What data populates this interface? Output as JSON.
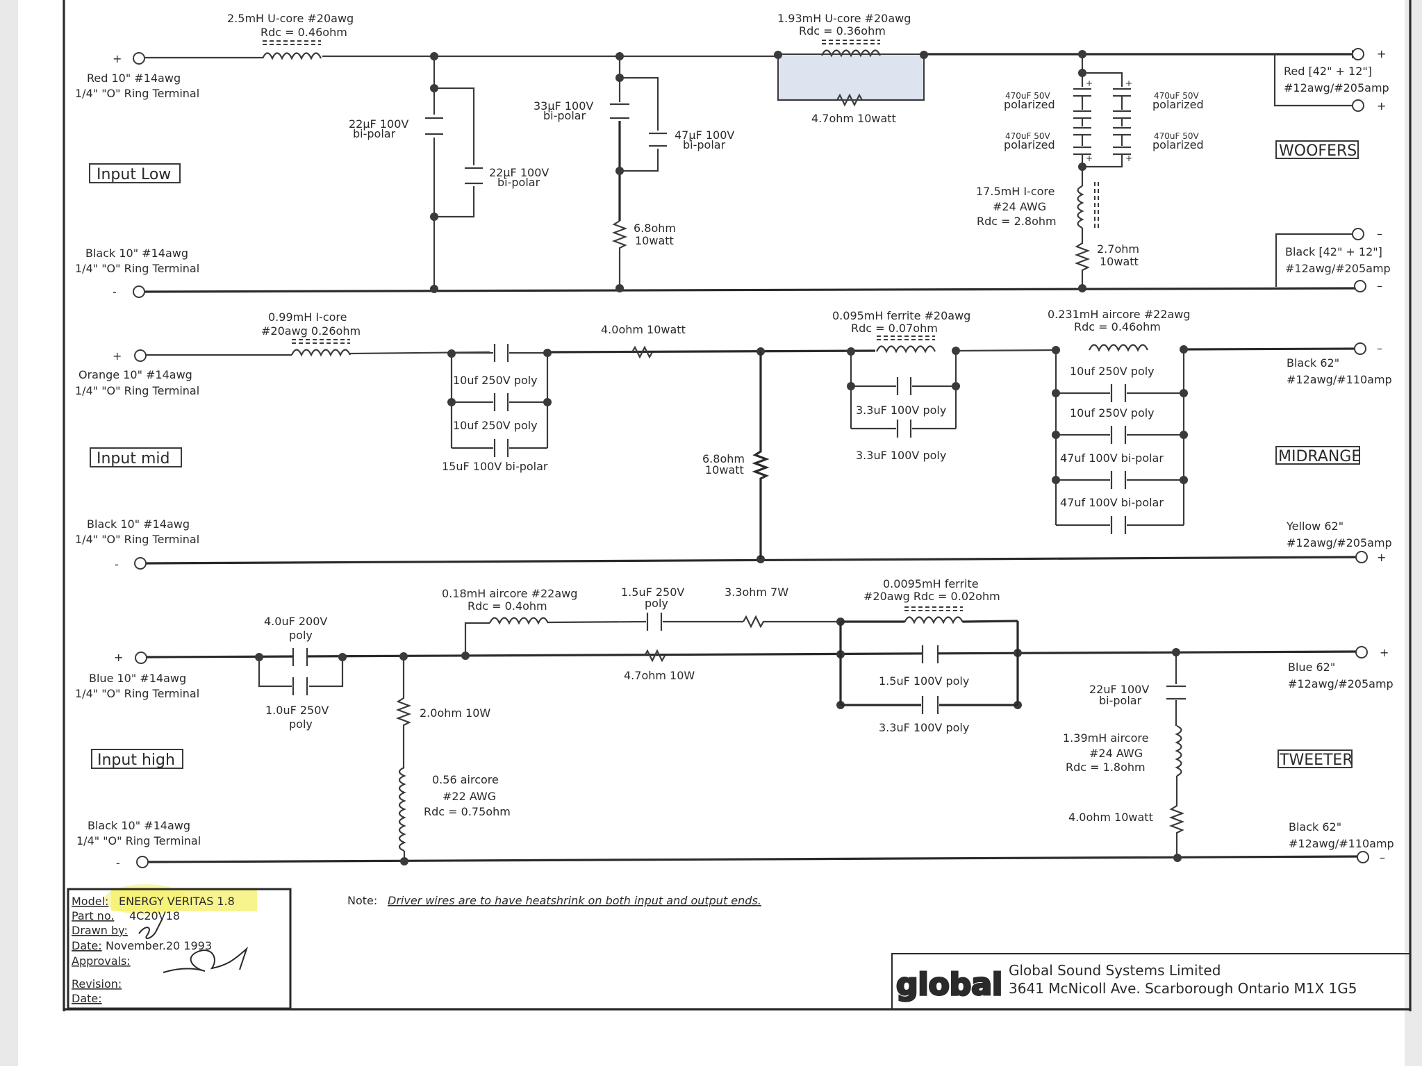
{
  "woofer": {
    "section_label": "Input Low",
    "in_pos": {
      "sign": "+",
      "wire": "Red 10\" #14awg",
      "term": "1/4\" \"O\" Ring Terminal"
    },
    "in_neg": {
      "sign": "-",
      "wire": "Black 10\" #14awg",
      "term": "1/4\" \"O\" Ring Terminal"
    },
    "l1": {
      "l1": "2.5mH U-core #20awg",
      "l2": "Rdc = 0.46ohm"
    },
    "c1": {
      "l1": "22µF 100V",
      "l2": "bi-polar"
    },
    "c2": {
      "l1": "22µF 100V",
      "l2": "bi-polar"
    },
    "c3": {
      "l1": "33µF 100V",
      "l2": "bi-polar"
    },
    "c4": {
      "l1": "47µF 100V",
      "l2": "bi-polar"
    },
    "r1": {
      "l1": "6.8ohm",
      "l2": "10watt"
    },
    "l2": {
      "l1": "1.93mH U-core #20awg",
      "l2": "Rdc = 0.36ohm"
    },
    "r2": "4.7ohm 10watt",
    "cap_bank": {
      "a1": "470uF 50V",
      "a2": "polarized"
    },
    "l3": {
      "l1": "17.5mH I-core",
      "l2": "#24 AWG",
      "l3": "Rdc = 2.8ohm"
    },
    "r3": {
      "l1": "2.7ohm",
      "l2": "10watt"
    },
    "out_pos": {
      "sign": "+",
      "l1": "Red [42\" + 12\"]",
      "l2": "#12awg/#205amp"
    },
    "out_neg": {
      "sign": "-",
      "l1": "Black [42\" + 12\"]",
      "l2": "#12awg/#205amp"
    },
    "driver": "WOOFERS"
  },
  "mid": {
    "section_label": "Input mid",
    "in_pos": {
      "sign": "+",
      "wire": "Orange 10\" #14awg",
      "term": "1/4\" \"O\" Ring Terminal"
    },
    "in_neg": {
      "sign": "-",
      "wire": "Black 10\" #14awg",
      "term": "1/4\" \"O\" Ring Terminal"
    },
    "l1": {
      "l1": "0.99mH I-core",
      "l2": "#20awg 0.26ohm"
    },
    "c1": "10uf 250V poly",
    "c2": "10uf 250V poly",
    "c3": "15uF 100V bi-polar",
    "r1": "4.0ohm 10watt",
    "r2": {
      "l1": "6.8ohm",
      "l2": "10watt"
    },
    "l2": {
      "l1": "0.095mH ferrite #20awg",
      "l2": "Rdc = 0.07ohm"
    },
    "c4": "3.3uF 100V poly",
    "c5": "3.3uF 100V poly",
    "l3": {
      "l1": "0.231mH aircore #22awg",
      "l2": "Rdc = 0.46ohm"
    },
    "c6": "10uf 250V poly",
    "c7": "10uf 250V poly",
    "c8": "47uf 100V bi-polar",
    "c9": "47uf 100V bi-polar",
    "out_neg": {
      "sign": "-",
      "l1": "Black 62\"",
      "l2": "#12awg/#110amp"
    },
    "out_pos": {
      "sign": "+",
      "l1": "Yellow 62\"",
      "l2": "#12awg/#205amp"
    },
    "driver": "MIDRANGE"
  },
  "tweeter": {
    "section_label": "Input high",
    "in_pos": {
      "sign": "+",
      "wire": "Blue 10\" #14awg",
      "term": "1/4\" \"O\" Ring Terminal"
    },
    "in_neg": {
      "sign": "-",
      "wire": "Black 10\" #14awg",
      "term": "1/4\" \"O\" Ring Terminal"
    },
    "c1": {
      "l1": "4.0uF 200V",
      "l2": "poly"
    },
    "c2": {
      "l1": "1.0uF 250V",
      "l2": "poly"
    },
    "r1": "2.0ohm 10W",
    "l1": {
      "l1": "0.56 aircore",
      "l2": "#22 AWG",
      "l3": "Rdc = 0.75ohm"
    },
    "l2": {
      "l1": "0.18mH aircore #22awg",
      "l2": "Rdc = 0.4ohm"
    },
    "c3": {
      "l1": "1.5uF 250V",
      "l2": "poly"
    },
    "r2": "3.3ohm 7W",
    "r3": "4.7ohm 10W",
    "l3": {
      "l1": "0.0095mH ferrite",
      "l2": "#20awg Rdc = 0.02ohm"
    },
    "c4": "1.5uF 100V poly",
    "c5": "3.3uF 100V poly",
    "c6": {
      "l1": "22uF 100V",
      "l2": "bi-polar"
    },
    "l4": {
      "l1": "1.39mH aircore",
      "l2": "#24 AWG",
      "l3": "Rdc = 1.8ohm"
    },
    "r4": "4.0ohm 10watt",
    "out_pos": {
      "sign": "+",
      "l1": "Blue 62\"",
      "l2": "#12awg/#205amp"
    },
    "out_neg": {
      "sign": "-",
      "l1": "Black 62\"",
      "l2": "#12awg/#110amp"
    },
    "driver": "TWEETER"
  },
  "title_block": {
    "model_label": "Model:",
    "model": "ENERGY VERITAS 1.8",
    "part_label": "Part no.",
    "part": "4C20V18",
    "drawn_label": "Drawn by:",
    "date_label": "Date:",
    "date": "November.20 1993",
    "approvals_label": "Approvals:",
    "revision_label": "Revision:",
    "date2_label": "Date:",
    "highlight_color": "#f4f06a"
  },
  "note": {
    "label": "Note:",
    "text": "Driver wires are to have heatshrink on both input and output ends."
  },
  "company": {
    "logo": "global",
    "name": "Global Sound Systems Limited",
    "address": "3641 McNicoll Ave. Scarborough Ontario M1X 1G5"
  }
}
